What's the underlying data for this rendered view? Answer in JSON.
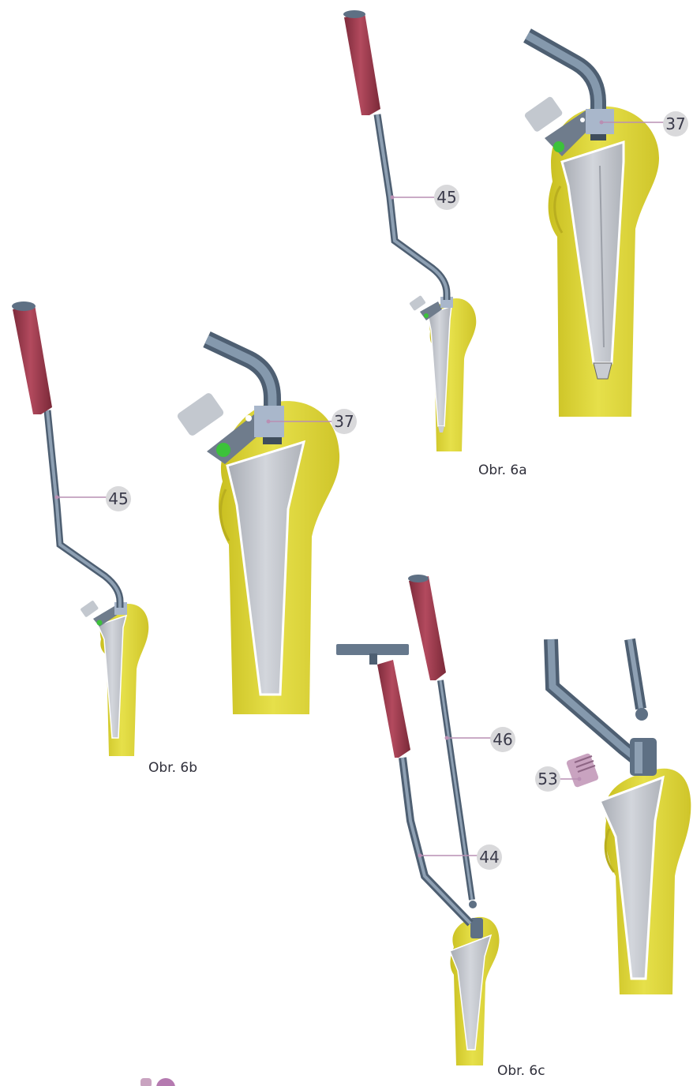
{
  "captions": {
    "fig_6a": "Obr. 6a",
    "fig_6b": "Obr. 6b",
    "fig_6c": "Obr. 6c"
  },
  "callouts": {
    "a_handle": "45",
    "a_adapter": "37",
    "b_handle": "45",
    "b_adapter": "37",
    "c_rod": "46",
    "c_handle": "44",
    "c_part": "53"
  },
  "colors": {
    "bone": "#dcd63b",
    "bone_dark": "#b9ae1f",
    "implant": "#b9bcc3",
    "implant_light": "#d9dbe0",
    "rod": "#6f8296",
    "rod_dark": "#4e5f72",
    "handle": "#9b3a4c",
    "block": "#a9b7cb",
    "dot": "#3cc23a",
    "leader": "#b98fb3",
    "bubble": "#d9d9db",
    "part53": "#c9a3c0"
  }
}
